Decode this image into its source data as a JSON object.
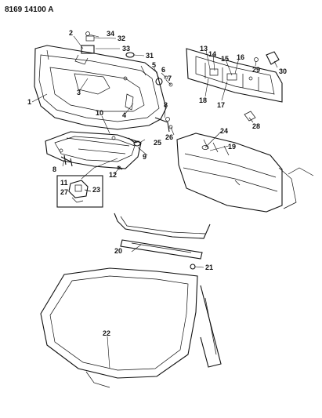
{
  "diagram_id": "8169 14100 A",
  "colors": {
    "ink": "#111111",
    "paper": "#ffffff"
  },
  "labels": [
    {
      "id": "l1",
      "text": "1"
    },
    {
      "id": "l2",
      "text": "2"
    },
    {
      "id": "l3",
      "text": "3"
    },
    {
      "id": "l4",
      "text": "4"
    },
    {
      "id": "l5",
      "text": "5"
    },
    {
      "id": "l6",
      "text": "6"
    },
    {
      "id": "l7",
      "text": "7"
    },
    {
      "id": "l8a",
      "text": "8"
    },
    {
      "id": "l8b",
      "text": "8"
    },
    {
      "id": "l9",
      "text": "9"
    },
    {
      "id": "l10",
      "text": "10"
    },
    {
      "id": "l11",
      "text": "11"
    },
    {
      "id": "l12",
      "text": "12"
    },
    {
      "id": "l13",
      "text": "13"
    },
    {
      "id": "l14",
      "text": "14"
    },
    {
      "id": "l15",
      "text": "15"
    },
    {
      "id": "l16",
      "text": "16"
    },
    {
      "id": "l17",
      "text": "17"
    },
    {
      "id": "l18",
      "text": "18"
    },
    {
      "id": "l19",
      "text": "19"
    },
    {
      "id": "l20",
      "text": "20"
    },
    {
      "id": "l21",
      "text": "21"
    },
    {
      "id": "l22",
      "text": "22"
    },
    {
      "id": "l23",
      "text": "23"
    },
    {
      "id": "l24",
      "text": "24"
    },
    {
      "id": "l25",
      "text": "25"
    },
    {
      "id": "l26",
      "text": "26"
    },
    {
      "id": "l27",
      "text": "27"
    },
    {
      "id": "l28",
      "text": "28"
    },
    {
      "id": "l29",
      "text": "29"
    },
    {
      "id": "l30",
      "text": "30"
    },
    {
      "id": "l31",
      "text": "31"
    },
    {
      "id": "l32",
      "text": "32"
    },
    {
      "id": "l33",
      "text": "33"
    },
    {
      "id": "l34",
      "text": "34"
    }
  ]
}
